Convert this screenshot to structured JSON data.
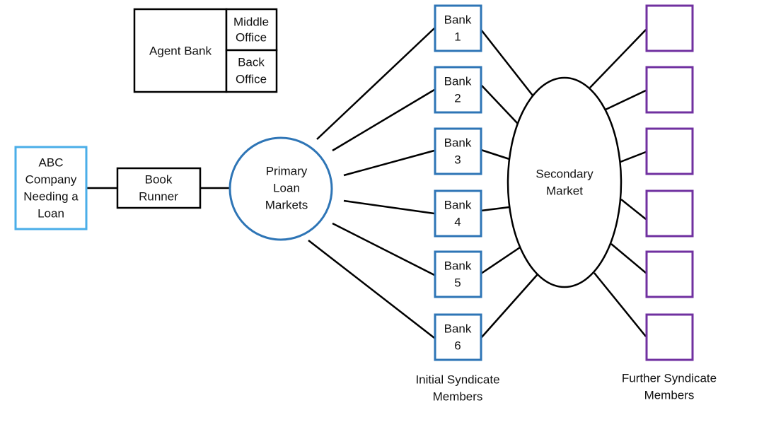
{
  "colors": {
    "line": "#000000",
    "company_border": "#4aaee8",
    "bank_border": "#2e75b6",
    "primary_circle": "#2e75b6",
    "further_border": "#7030a0",
    "neutral_border": "#000000"
  },
  "agent_bank": {
    "main_label": "Agent Bank",
    "middle_office_lines": [
      "Middle",
      "Office"
    ],
    "back_office_lines": [
      "Back",
      "Office"
    ]
  },
  "company": {
    "lines": [
      "ABC",
      "Company",
      "Needing a",
      "Loan"
    ]
  },
  "book_runner": {
    "lines": [
      "Book",
      "Runner"
    ]
  },
  "primary_market": {
    "lines": [
      "Primary",
      "Loan",
      "Markets"
    ]
  },
  "secondary_market": {
    "lines": [
      "Secondary",
      "Market"
    ]
  },
  "banks": [
    {
      "lines": [
        "Bank",
        "1"
      ]
    },
    {
      "lines": [
        "Bank",
        "2"
      ]
    },
    {
      "lines": [
        "Bank",
        "3"
      ]
    },
    {
      "lines": [
        "Bank",
        "4"
      ]
    },
    {
      "lines": [
        "Bank",
        "5"
      ]
    },
    {
      "lines": [
        "Bank",
        "6"
      ]
    }
  ],
  "further_members_count": 6,
  "captions": {
    "initial": [
      "Initial Syndicate",
      "Members"
    ],
    "further": [
      "Further Syndicate",
      "Members"
    ]
  }
}
